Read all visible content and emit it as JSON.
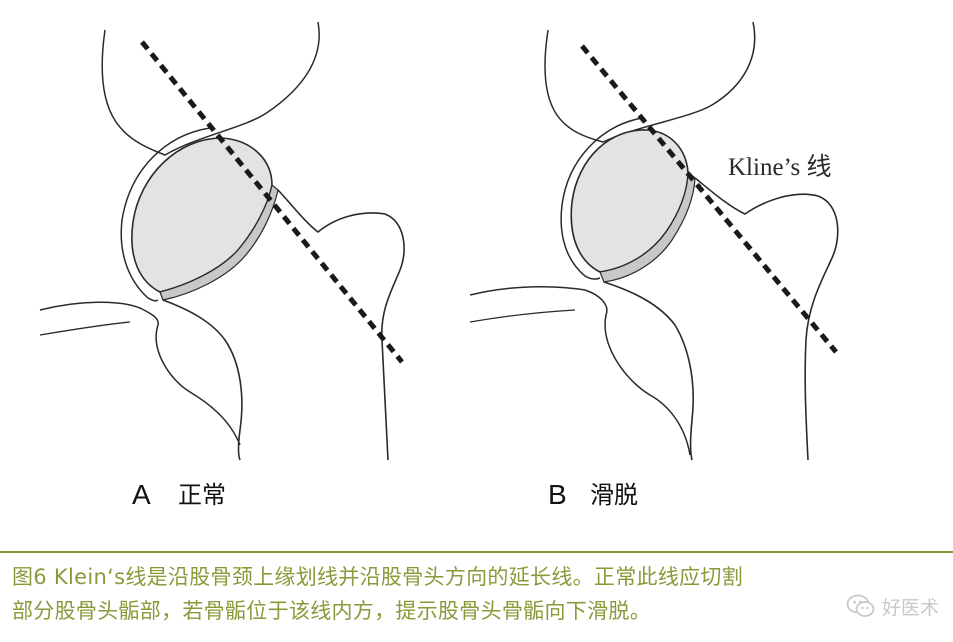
{
  "panels": [
    {
      "letter": "A",
      "label": "正常"
    },
    {
      "letter": "B",
      "label": "滑脱"
    }
  ],
  "annotation": "Kline’s 线",
  "caption": {
    "line1": "图6  Klein‘s线是沿股骨颈上缘划线并沿股骨头方向的延长线。正常此线应切割",
    "line2": "部分股骨头骺部，若骨骺位于该线内方，提示股骨头骨骺向下滑脱。"
  },
  "watermark": {
    "text": "好医术",
    "icon": "wechat-icon"
  },
  "colors": {
    "accent": "#8a9a3a",
    "line": "#2a2a2a",
    "head_fill": "#e3e3e3",
    "dash": "#1a1a1a"
  }
}
